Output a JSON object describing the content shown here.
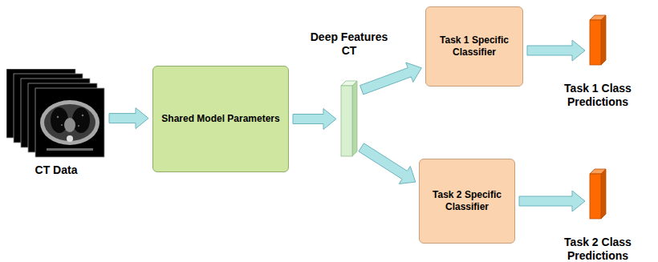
{
  "diagram": {
    "nodes": [
      {
        "text": [
          "CT Data"
        ]
      },
      {
        "text": [
          "Shared Model Parameters"
        ]
      },
      {
        "text": [
          "Deep Features CT"
        ]
      },
      {
        "text": [
          "Task 1 Specific Classifier"
        ]
      },
      {
        "text": [
          "Task 1 Class Predictions"
        ]
      },
      {
        "text": [
          "Task 2 Specific Classifier"
        ]
      },
      {
        "text": [
          "Task 2 Class Predictions"
        ]
      }
    ],
    "edges": [
      {
        "from": 0,
        "to": 1,
        "arrow": "to"
      },
      {
        "from": 1,
        "to": 2,
        "arrow": "to"
      },
      {
        "from": 2,
        "to": 3,
        "arrow": "to"
      },
      {
        "from": 2,
        "to": 5,
        "arrow": "to"
      },
      {
        "from": 3,
        "to": 4,
        "arrow": "to"
      },
      {
        "from": 5,
        "to": 6,
        "arrow": "to"
      }
    ]
  }
}
